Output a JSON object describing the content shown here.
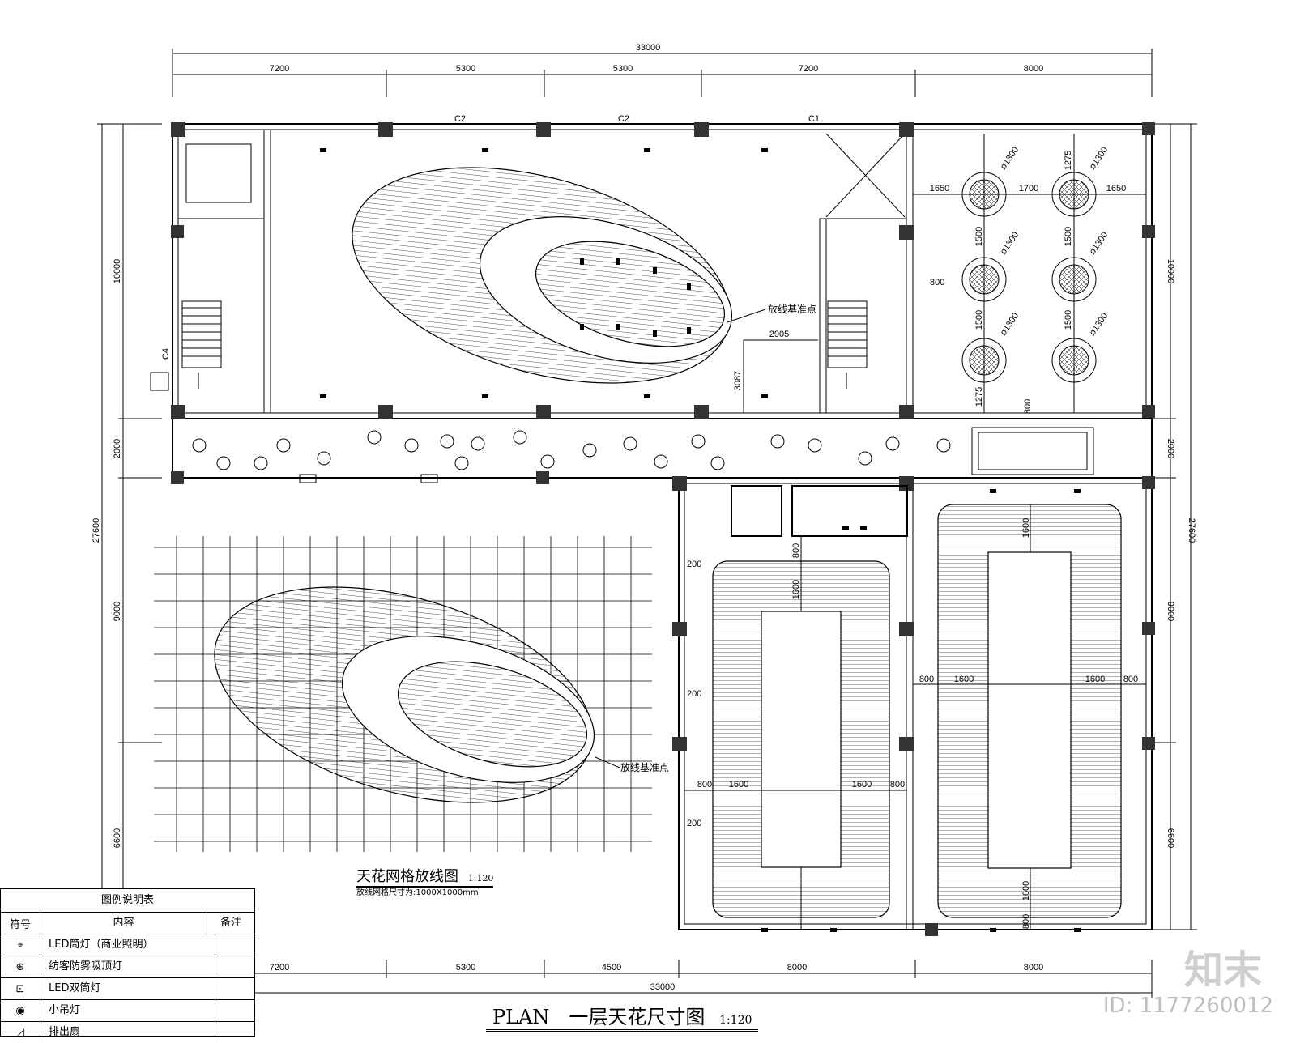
{
  "drawing": {
    "title": "PLAN　一层天花尺寸图",
    "scale": "1:120"
  },
  "top_dims": {
    "overall": "33000",
    "spans": [
      "7200",
      "5300",
      "5300",
      "7200",
      "8000"
    ]
  },
  "bottom_dims": {
    "overall": "33000",
    "spans": [
      "7200",
      "5300",
      "4500",
      "8000",
      "8000"
    ]
  },
  "left_dims": {
    "overall": "27600",
    "spans": [
      "10000",
      "2000",
      "9000",
      "6600"
    ]
  },
  "right_dims": {
    "overall": "27600",
    "spans": [
      "10000",
      "2000",
      "9000",
      "6600"
    ]
  },
  "column_tags": [
    "C2",
    "C2",
    "C1",
    "C4"
  ],
  "hall": {
    "marker_label": "放线基准点",
    "offset_x": "2905",
    "offset_y": "3087"
  },
  "room_ne": {
    "diameter": "ø1300",
    "d1": "1650",
    "d2": "1700",
    "d3": "1650",
    "d4": "1275",
    "d5": "1500",
    "d6": "800",
    "d7": "800"
  },
  "rooms_se": {
    "d800": "800",
    "d1600": "1600",
    "d200": "200"
  },
  "grid_plan": {
    "marker_label": "放线基准点",
    "title": "天花网格放线图",
    "scale": "1:120",
    "note": "放线网格尺寸为:1000X1000mm"
  },
  "legend": {
    "header": "图例说明表",
    "col_symbol": "符号",
    "col_content": "内容",
    "col_remark": "备注",
    "rows": [
      {
        "icon": "led-downlight-icon",
        "label": "LED筒灯（商业照明）"
      },
      {
        "icon": "mist-ceiling-lamp-icon",
        "label": "纺客防雾吸顶灯"
      },
      {
        "icon": "led-double-downlight-icon",
        "label": "LED双筒灯"
      },
      {
        "icon": "small-pendant-icon",
        "label": "小吊灯"
      },
      {
        "icon": "exhaust-fan-icon",
        "label": "排出扇"
      }
    ]
  },
  "watermark": {
    "brand": "知末",
    "id": "ID: 1177260012"
  }
}
